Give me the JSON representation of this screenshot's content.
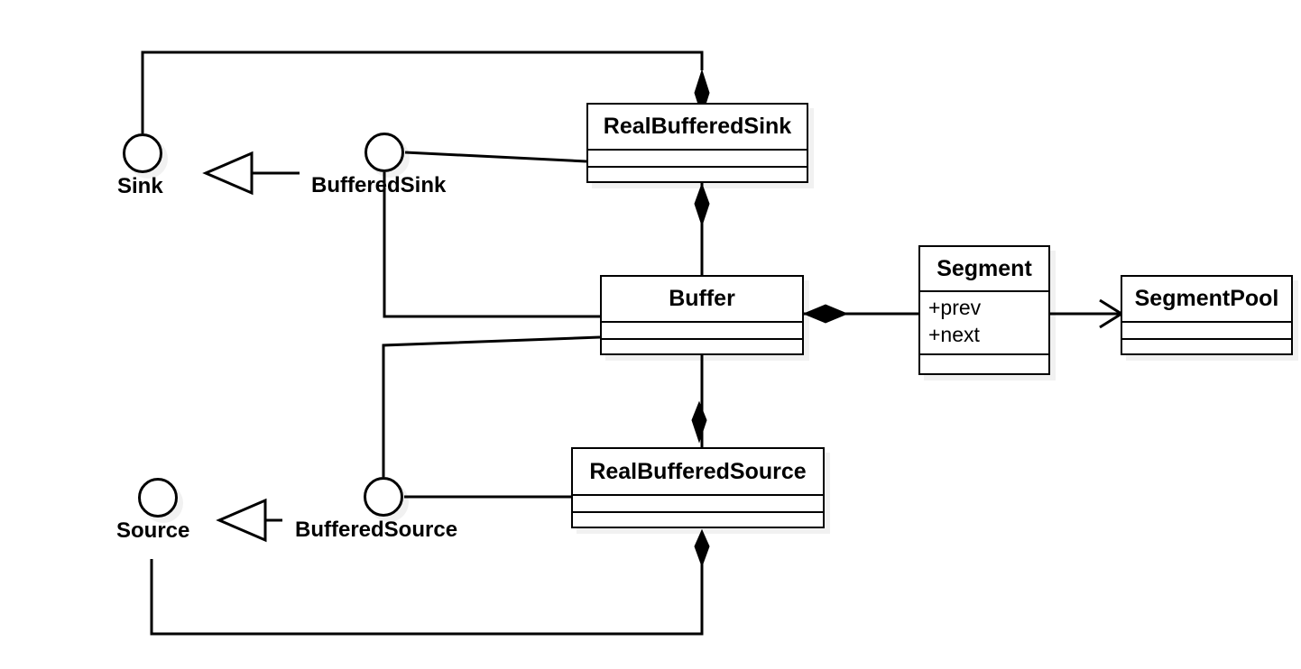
{
  "diagram": {
    "title": "Okio Buffer UML class diagram",
    "type": "uml-class-diagram",
    "background": "#ffffff",
    "line_color": "#000000",
    "shadow_color": "rgba(0,0,0,0.055)"
  },
  "classes": [
    {
      "id": "realbufferedsink",
      "name": "RealBufferedSink",
      "attributes": [],
      "operations": []
    },
    {
      "id": "buffer",
      "name": "Buffer",
      "attributes": [],
      "operations": []
    },
    {
      "id": "realbufferedsource",
      "name": "RealBufferedSource",
      "attributes": [],
      "operations": []
    },
    {
      "id": "segment",
      "name": "Segment",
      "attributes": [
        "+prev",
        "+next"
      ],
      "operations": []
    },
    {
      "id": "segmentpool",
      "name": "SegmentPool",
      "attributes": [],
      "operations": []
    }
  ],
  "interfaces": [
    {
      "id": "sink",
      "name": "Sink"
    },
    {
      "id": "bufferedsink",
      "name": "BufferedSink"
    },
    {
      "id": "source",
      "name": "Source"
    },
    {
      "id": "bufferedsource",
      "name": "BufferedSource"
    }
  ],
  "relationships": [
    {
      "id": "sink-realbufferedsink",
      "kind": "composition",
      "from": "Sink",
      "to": "RealBufferedSink"
    },
    {
      "id": "bufferedsink-realbufferedsink",
      "kind": "realization",
      "from": "BufferedSink",
      "to": "RealBufferedSink"
    },
    {
      "id": "bufferedsink-extends-sink",
      "kind": "generalization",
      "from": "BufferedSink",
      "to": "Sink"
    },
    {
      "id": "bufferedsink-buffer",
      "kind": "realization",
      "from": "BufferedSink",
      "to": "Buffer"
    },
    {
      "id": "realbufferedsink-buffer",
      "kind": "composition",
      "from": "RealBufferedSink",
      "to": "Buffer"
    },
    {
      "id": "buffer-realbufferedsource",
      "kind": "composition",
      "from": "Buffer",
      "to": "RealBufferedSource"
    },
    {
      "id": "bufferedsource-buffer",
      "kind": "realization",
      "from": "BufferedSource",
      "to": "Buffer"
    },
    {
      "id": "bufferedsource-realbufferedsource",
      "kind": "realization",
      "from": "BufferedSource",
      "to": "RealBufferedSource"
    },
    {
      "id": "bufferedsource-extends-source",
      "kind": "generalization",
      "from": "BufferedSource",
      "to": "Source"
    },
    {
      "id": "source-realbufferedsource",
      "kind": "composition",
      "from": "Source",
      "to": "RealBufferedSource"
    },
    {
      "id": "buffer-segment",
      "kind": "composition",
      "from": "Buffer",
      "to": "Segment"
    },
    {
      "id": "segment-segmentpool",
      "kind": "association",
      "from": "Segment",
      "to": "SegmentPool"
    }
  ]
}
